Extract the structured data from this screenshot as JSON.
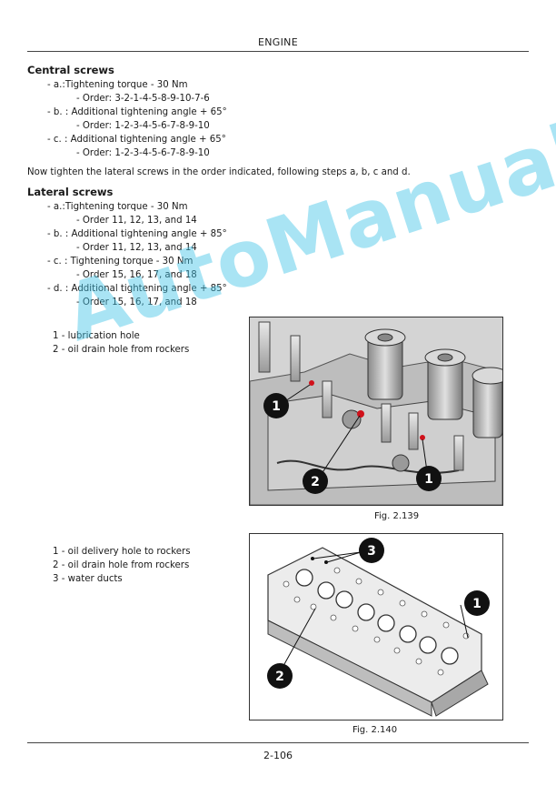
{
  "header": {
    "title": "ENGINE"
  },
  "central": {
    "title": "Central screws",
    "lines": [
      "- a.:Tightening torque - 30 Nm",
      "- Order: 3-2-1-4-5-8-9-10-7-6",
      "- b. : Additional tightening angle + 65°",
      "- Order: 1-2-3-4-5-6-7-8-9-10",
      "- c. : Additional tightening angle + 65°",
      "- Order: 1-2-3-4-5-6-7-8-9-10"
    ]
  },
  "instruction": "Now tighten the lateral screws in the order indicated, following steps a, b, c and d.",
  "lateral": {
    "title": "Lateral screws",
    "lines": [
      "- a.:Tightening torque - 30 Nm",
      "- Order 11, 12, 13, and 14",
      "- b. : Additional tightening angle + 85°",
      "- Order 11, 12, 13, and 14",
      "- c. : Tightening torque - 30 Nm",
      "- Order 15, 16, 17, and 18",
      "- d. : Additional tightening angle + 85°",
      "- Order 15, 16, 17, and 18"
    ]
  },
  "fig139": {
    "legend": [
      "1 - lubrication hole",
      "2 - oil drain hole from rockers"
    ],
    "callouts": [
      "1",
      "2",
      "1"
    ],
    "caption": "Fig. 2.139"
  },
  "fig140": {
    "legend": [
      "1 - oil delivery hole to rockers",
      "2 - oil drain hole from rockers",
      "3 - water ducts"
    ],
    "callouts": [
      "3",
      "1",
      "2"
    ],
    "caption": "Fig. 2.140"
  },
  "watermark": "AutoManual",
  "footer": {
    "page": "2-106"
  }
}
